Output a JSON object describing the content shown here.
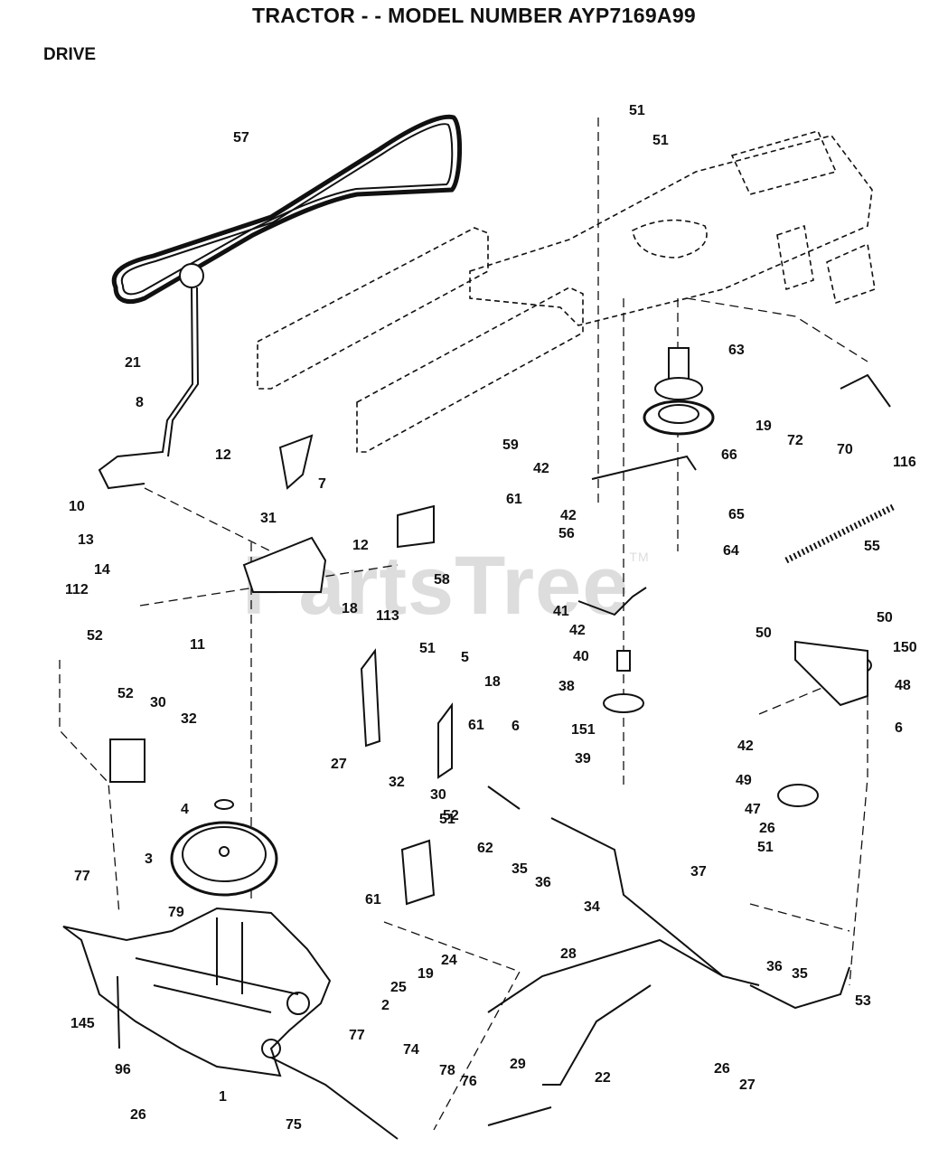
{
  "header": {
    "title": "TRACTOR - - MODEL NUMBER AYP7169A99",
    "section": "DRIVE"
  },
  "watermark": {
    "text": "PartsTree",
    "mark": "TM",
    "color": "#969696"
  },
  "callouts": [
    "57",
    "51",
    "51",
    "21",
    "8",
    "63",
    "19",
    "72",
    "70",
    "116",
    "12",
    "59",
    "10",
    "31",
    "7",
    "42",
    "66",
    "61",
    "42",
    "65",
    "13",
    "12",
    "56",
    "55",
    "64",
    "14",
    "58",
    "112",
    "41",
    "18",
    "113",
    "42",
    "50",
    "50",
    "52",
    "11",
    "51",
    "5",
    "150",
    "40",
    "18",
    "48",
    "38",
    "52",
    "30",
    "32",
    "6",
    "27",
    "42",
    "151",
    "6",
    "61",
    "39",
    "51",
    "49",
    "47",
    "4",
    "32",
    "30",
    "52",
    "26",
    "62",
    "3",
    "35",
    "36",
    "51",
    "37",
    "77",
    "61",
    "34",
    "79",
    "24",
    "19",
    "28",
    "25",
    "36",
    "35",
    "53",
    "2",
    "145",
    "77",
    "29",
    "74",
    "96",
    "78",
    "22",
    "76",
    "26",
    "27",
    "1",
    "26",
    "75"
  ],
  "colors": {
    "ink": "#111111",
    "background": "#ffffff"
  }
}
